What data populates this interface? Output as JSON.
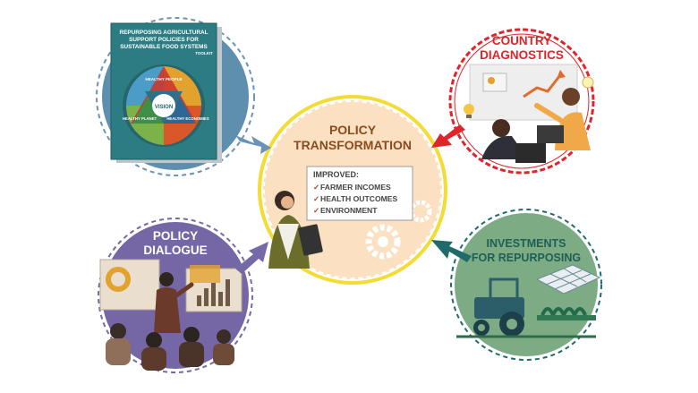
{
  "center": {
    "title_line1": "POLICY",
    "title_line2": "TRANSFORMATION",
    "board_heading": "IMPROVED:",
    "board_items": [
      "FARMER INCOMES",
      "HEALTH OUTCOMES",
      "ENVIRONMENT"
    ]
  },
  "toolkit": {
    "cover_title_line1": "REPURPOSING AGRICULTURAL",
    "cover_title_line2": "SUPPORT POLICIES FOR",
    "cover_title_line3": "SUSTAINABLE FOOD SYSTEMS",
    "cover_tag": "TOOLKIT",
    "wheel_center": "VISION",
    "wheel_top": "HEALTHY PEOPLE",
    "wheel_left": "HEALTHY PLANET",
    "wheel_right": "HEALTHY ECONOMIES"
  },
  "country": {
    "label_line1": "COUNTRY",
    "label_line2": "DIAGNOSTICS"
  },
  "dialogue": {
    "label_line1": "POLICY",
    "label_line2": "DIALOGUE"
  },
  "investments": {
    "label_line1": "INVESTMENTS",
    "label_line2": "FOR REPURPOSING"
  },
  "colors": {
    "toolkit_ring": "#6a93b7",
    "country_ring": "#e0242b",
    "center_ring": "#f3dc35",
    "dialogue_ring": "#7569a8",
    "invest_ring": "#1f6b6a",
    "center_text": "#8a4b1e",
    "invest_text": "#1f5f56"
  },
  "icons": [
    "arrow-icon",
    "checkmark-icon",
    "gear-icon",
    "chart-icon",
    "tractor-icon",
    "solar-panel-icon",
    "lightbulb-icon",
    "laptop-icon"
  ]
}
